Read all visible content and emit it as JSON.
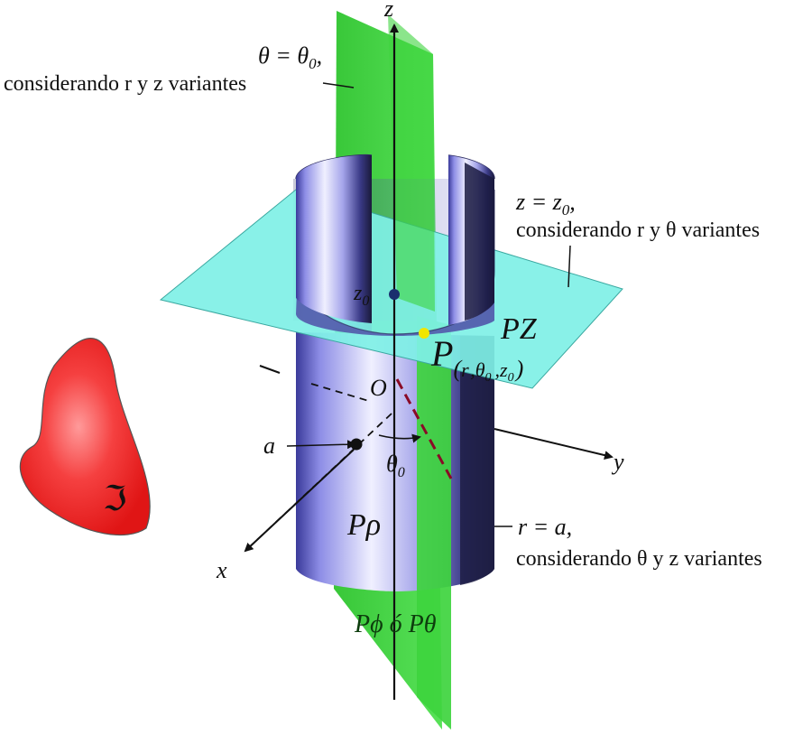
{
  "labels": {
    "z_axis": "z",
    "y_axis": "y",
    "x_axis": "x",
    "theta_plane_eq": "θ = θ",
    "theta_plane_sub": "0",
    "theta_plane_comma": ",",
    "theta_plane_desc": "considerando r y z variantes",
    "z_plane_eq": "z = z",
    "z_plane_sub": "0",
    "z_plane_comma": ",",
    "z_plane_desc": "considerando r y θ variantes",
    "cyl_eq": "r = a,",
    "cyl_desc": "considerando θ y z variantes",
    "z0_label": "z",
    "z0_sub": "0",
    "origin": "O",
    "a_label": "a",
    "theta0": "θ",
    "theta0_sub": "0",
    "p_rho": "Pρ",
    "p_phi": "Pϕ ó Pθ",
    "pz": "PZ",
    "p_main": "P",
    "p_coords_r": "r",
    "p_coords_theta": ",θ",
    "p_coords_theta_sub": "0",
    "p_coords_z": ",z",
    "p_coords_z_sub": "0",
    "p_open": "(",
    "p_close": ")",
    "blob_symbol": "ℑ"
  },
  "colors": {
    "green_plane": "#3ed43e",
    "cyan_plane": "#7ff0e6",
    "cylinder_light": "#e6e6ff",
    "cylinder_dark": "#22224a",
    "blob_red": "#f02a2a",
    "point_yellow": "#f2e600",
    "dashed_red": "#a01030"
  }
}
